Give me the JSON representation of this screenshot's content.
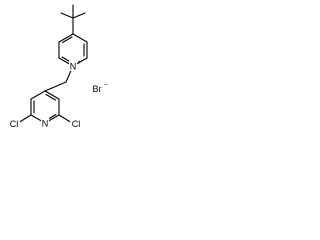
{
  "molecule": {
    "cation_nitrogen": "N",
    "cation_charge": "+",
    "ring_nitrogen": "N",
    "chlorine_left": "Cl",
    "chlorine_right": "Cl",
    "counterion": "Br",
    "counterion_charge": "−"
  }
}
